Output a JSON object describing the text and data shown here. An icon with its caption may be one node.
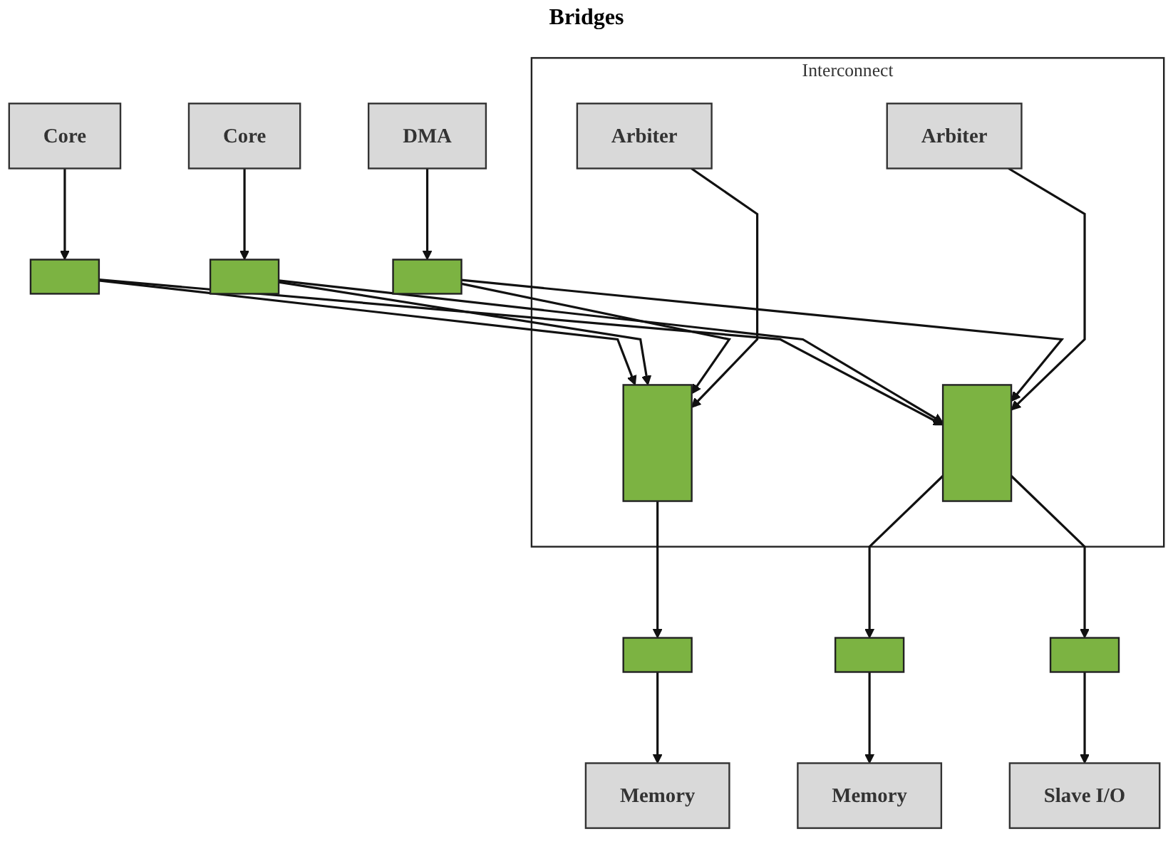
{
  "diagram": {
    "nodes": [
      {
        "text": [
          "Interconnect"
        ]
      },
      {
        "text": [
          "Core"
        ]
      },
      {
        "text": [
          "Core"
        ]
      },
      {
        "text": [
          "DMA"
        ]
      },
      {
        "text": [],
        "shape": "box"
      },
      {
        "text": [],
        "shape": "box"
      },
      {
        "text": [],
        "shape": "box"
      },
      {
        "text": [
          "Arbiter"
        ],
        "in": 0
      },
      {
        "text": [],
        "shape": "bar",
        "in": 0
      },
      {
        "text": [],
        "shape": "bar",
        "in": 0
      },
      {
        "text": [
          "Arbiter"
        ],
        "in": 0
      },
      {
        "text": [],
        "shape": "box"
      },
      {
        "text": [],
        "shape": "box"
      },
      {
        "text": [],
        "shape": "box"
      },
      {
        "text": [
          "Memory"
        ]
      },
      {
        "text": [
          "Memory"
        ]
      },
      {
        "text": [
          "Slave I/O"
        ]
      }
    ],
    "edges": [
      {
        "from": 1,
        "to": 4,
        "arrow": "to"
      },
      {
        "from": 2,
        "to": 5,
        "arrow": "to"
      },
      {
        "from": 3,
        "to": 6,
        "arrow": "to"
      },
      {
        "from": 4,
        "to": 8,
        "arrow": "to"
      },
      {
        "from": 4,
        "to": 9,
        "arrow": "to"
      },
      {
        "from": 5,
        "to": 8,
        "arrow": "to"
      },
      {
        "from": 5,
        "to": 9,
        "arrow": "to"
      },
      {
        "from": 6,
        "to": 8,
        "arrow": "to"
      },
      {
        "from": 6,
        "to": 9,
        "arrow": "to"
      },
      {
        "from": 7,
        "to": 8,
        "arrow": "to"
      },
      {
        "from": 10,
        "to": 9,
        "arrow": "to"
      },
      {
        "from": 8,
        "to": 11,
        "arrow": "to"
      },
      {
        "from": 9,
        "to": 12,
        "arrow": "to"
      },
      {
        "from": 9,
        "to": 13,
        "arrow": "to"
      },
      {
        "from": 11,
        "to": 14,
        "arrow": "to"
      },
      {
        "from": 12,
        "to": 15,
        "arrow": "to"
      },
      {
        "from": 13,
        "to": 16,
        "arrow": "to"
      }
    ],
    "labels": [
      "Bridges"
    ]
  }
}
